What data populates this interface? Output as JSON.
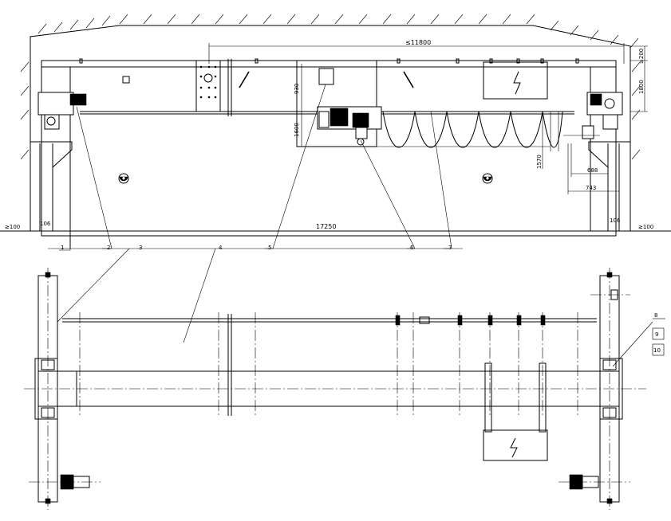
{
  "dimensions": {
    "overall_span": "≤11800",
    "top_clearance": "≥200",
    "rail_height": "1800",
    "height_930": "930",
    "height_1600": "1600",
    "height_1570": "1570",
    "dim_688": "688",
    "dim_743": "743",
    "span": "17250",
    "side_clear_left": "≥100",
    "side_clear_right": "≥100",
    "end_left": "106",
    "end_right": "106"
  },
  "callouts": [
    "1",
    "2",
    "3",
    "4",
    "5",
    "6",
    "7",
    "8",
    "9",
    "10"
  ]
}
